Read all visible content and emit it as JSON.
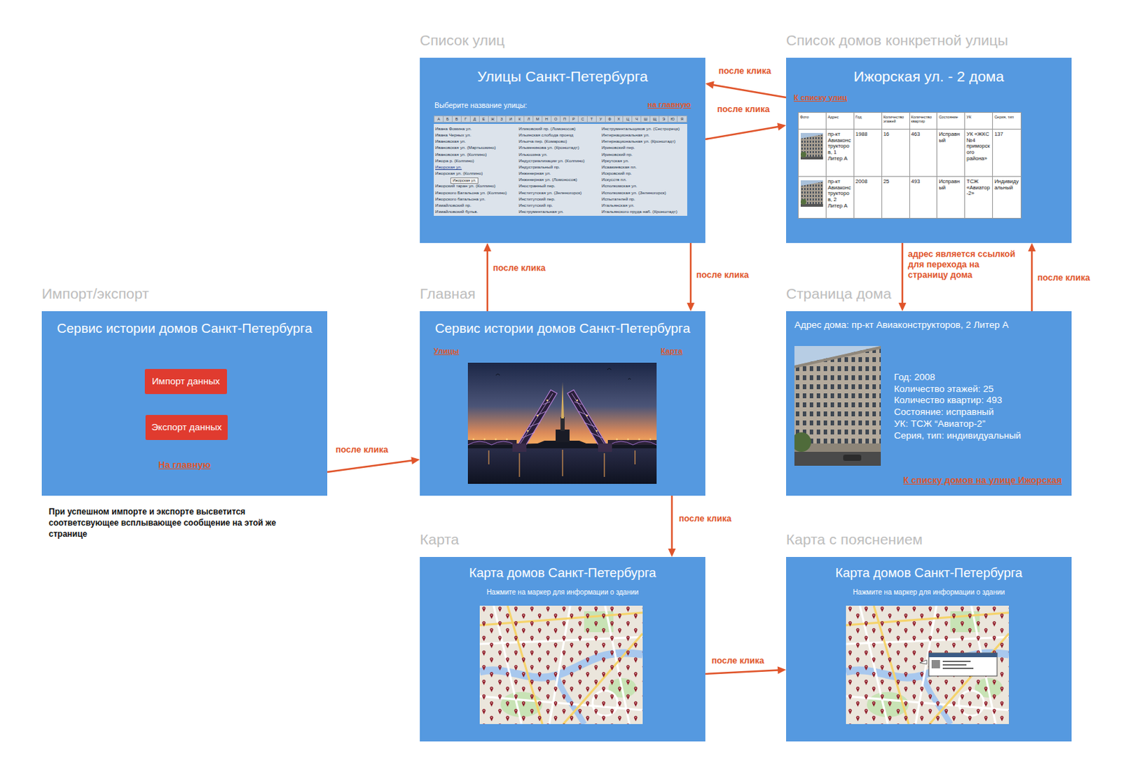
{
  "diagram": {
    "nodes": [
      {
        "text": [
          "Список улиц",
          "Улицы Санкт-Петербурга",
          "Выберите название улицы:",
          "на главную"
        ]
      },
      {
        "text": [
          "А",
          "Б",
          "В",
          "Г",
          "Д",
          "Е",
          "Ж",
          "З",
          "И",
          "К",
          "Л",
          "М",
          "Н",
          "О",
          "П",
          "Р",
          "С",
          "Т",
          "У",
          "Ф",
          "Х",
          "Ц",
          "Ч",
          "Ш",
          "Щ",
          "Э",
          "Ю",
          "Я"
        ],
        "in": 0
      },
      {
        "text": [
          "Ивана Фомина ул.",
          "Ивана Черных ул.",
          "Ивановская ул.",
          "Ивановская ул. (Мартышкино)",
          "Ивановская ул. (Колпино)",
          "Ижора р. (Колпино)",
          "Ижорская ул.",
          "Ижорская ул. (Колпино)",
          "Ижорский таран ул. (Колпино)",
          "Ижорского Батальона ул. (Колпино)",
          "Ижорского батальона ул.",
          "Измайловский пр.",
          "Измайловский бульв.",
          "Иликовский пр. (Ломоносов)",
          "Ильинская слобода проезд",
          "Ильича пер. (Комарово)",
          "Ильменинова ул. (Кронштадт)",
          "Ильюшина ул.",
          "Индустриализации ул. (Колпино)",
          "Индустриальный пр.",
          "Инженерная ул.",
          "Инженерная ул. (Ломоносов)",
          "Иностранный пер.",
          "Институтская ул. (Зеленогорск)",
          "Институтский пер.",
          "Институтский пр.",
          "Инструментальная ул.",
          "Инструментальщиков ул. (Сестрорецк)",
          "Интернациональная ул.",
          "Интернациональная ул. (Кронштадт)",
          "Ириновский пер.",
          "Ириновский пр.",
          "Иркутская ул.",
          "Исаакиевская пл.",
          "Искровский пр.",
          "Искусств пл.",
          "Исполкомская ул.",
          "Исполкомская ул. (Зеленогорск)",
          "Испытателей пр.",
          "Итальянская ул.",
          "Итальянского пруда наб. (Кронштадт)"
        ],
        "in": 0
      },
      {
        "text": [
          "Ижорская ул."
        ],
        "in": 2
      },
      {
        "text": [
          "Список домов конкретной улицы",
          "Ижорская ул. - 2 дома",
          "К списку улиц"
        ]
      },
      {
        "text": [
          "Фото",
          "Адрес",
          "Год",
          "Количество этажей",
          "Количество квартир",
          "Состояние",
          "УК",
          "Серия, тип",
          "пр-кт Авиаконструкторов, 1 Литер А",
          "1988",
          "16",
          "463",
          "Исправный",
          "УК «ЖКС №4 приморского района»",
          "137",
          "пр-кт Авиаконструкторов, 2 Литер А",
          "2008",
          "25",
          "493",
          "Исправный",
          "ТСЖ «Авиатор-2»",
          "Индивидуальный"
        ],
        "in": 4
      },
      {
        "text": [
          "Импорт/экспорт",
          "Сервис истории домов Санкт-Петербурга",
          "На главную"
        ]
      },
      {
        "text": [
          "Импорт данных"
        ],
        "in": 6
      },
      {
        "text": [
          "Экспорт данных"
        ],
        "in": 6
      },
      {
        "text": [
          "Главная",
          "Сервис истории домов Санкт-Петербурга",
          "Улицы",
          "Карта"
        ]
      },
      {
        "text": [
          "Страница дома",
          "Адрес дома: пр-кт Авиаконструкторов, 2 Литер А",
          "Год: 2008",
          "Количество этажей: 25",
          "Количество квартир: 493",
          "Состояние: исправный",
          "УК: ТСЖ “Авиатор-2”",
          "Серия, тип: индивидуальный",
          "К списку домов на улице Ижорская"
        ]
      },
      {
        "text": [
          "Карта",
          "Карта домов Санкт-Петербурга",
          "Нажмите на маркер для информации о здании"
        ]
      },
      {
        "text": [
          "Карта с пояснением",
          "Карта домов Санкт-Петербурга",
          "Нажмите на маркер для информации о здании"
        ]
      }
    ],
    "edges": [
      {
        "from": 6,
        "to": 9,
        "label": "после клика",
        "arrow": "to"
      },
      {
        "from": 9,
        "to": 0,
        "label": "после клика",
        "arrow": "to"
      },
      {
        "from": 0,
        "to": 9,
        "label": "после клика",
        "arrow": "to"
      },
      {
        "from": 0,
        "to": 4,
        "label": "после клика",
        "arrow": "to"
      },
      {
        "from": 4,
        "to": 0,
        "label": "после клика",
        "arrow": "to"
      },
      {
        "from": 4,
        "to": 10,
        "label": "адрес является ссылкой для перехода на страницу дома",
        "arrow": "to"
      },
      {
        "from": 10,
        "to": 4,
        "label": "после клика",
        "arrow": "to"
      },
      {
        "from": 9,
        "to": 11,
        "label": "после клика",
        "arrow": "to"
      },
      {
        "from": 11,
        "to": 12,
        "label": "после клика",
        "arrow": "to"
      }
    ],
    "labels": [
      "При успешном импорте и экспорте высветится соответсвующее всплывающее сообщение на этой же странице"
    ]
  }
}
